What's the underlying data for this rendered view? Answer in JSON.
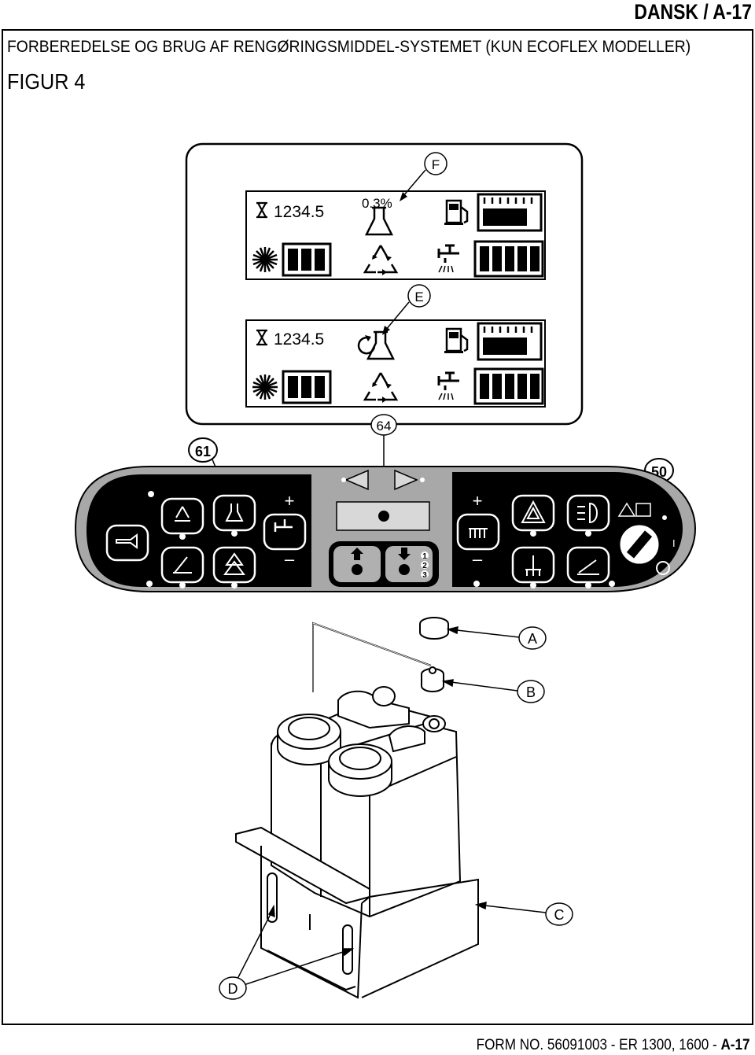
{
  "header": {
    "page_label": "DANSK / A-17"
  },
  "section_title": "FORBEREDELSE OG BRUG AF RENGØRINGSMIDDEL-SYSTEMET (KUN ECOFLEX MODELLER)",
  "figure_label": "FIGUR 4",
  "display_top": {
    "hours": "1234.5",
    "percent": "0.3%"
  },
  "display_bottom": {
    "hours": "1234.5"
  },
  "callouts": {
    "F": "F",
    "E": "E",
    "n64": "64",
    "n61": "61",
    "n50": "50",
    "A": "A",
    "B": "B",
    "C": "C",
    "D": "D"
  },
  "panel": {
    "plus": "+",
    "minus": "–",
    "key_mark": "I",
    "num1": "1",
    "num2": "2",
    "num3": "3"
  },
  "footer": {
    "form": "FORM NO. 56091003 - ER 1300, 1600 - ",
    "page": "A-17"
  }
}
